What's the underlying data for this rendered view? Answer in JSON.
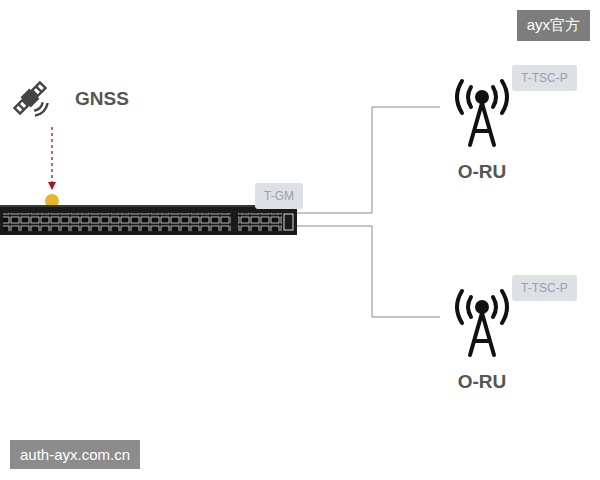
{
  "diagram": {
    "nodes": [
      {
        "text": [
          "GNSS"
        ]
      },
      {
        "text": [
          "T-GM"
        ]
      },
      {
        "text": [
          "T-TSC-P",
          "O-RU"
        ]
      },
      {
        "text": [
          "T-TSC-P",
          "O-RU"
        ]
      }
    ],
    "edges": [
      {
        "from": 0,
        "to": 1,
        "arrow": "to"
      },
      {
        "from": 1,
        "to": 2,
        "arrow": "none"
      },
      {
        "from": 1,
        "to": 3,
        "arrow": "none"
      }
    ],
    "labels": [
      "ayx官方",
      "auth-ayx.com.cn"
    ]
  }
}
